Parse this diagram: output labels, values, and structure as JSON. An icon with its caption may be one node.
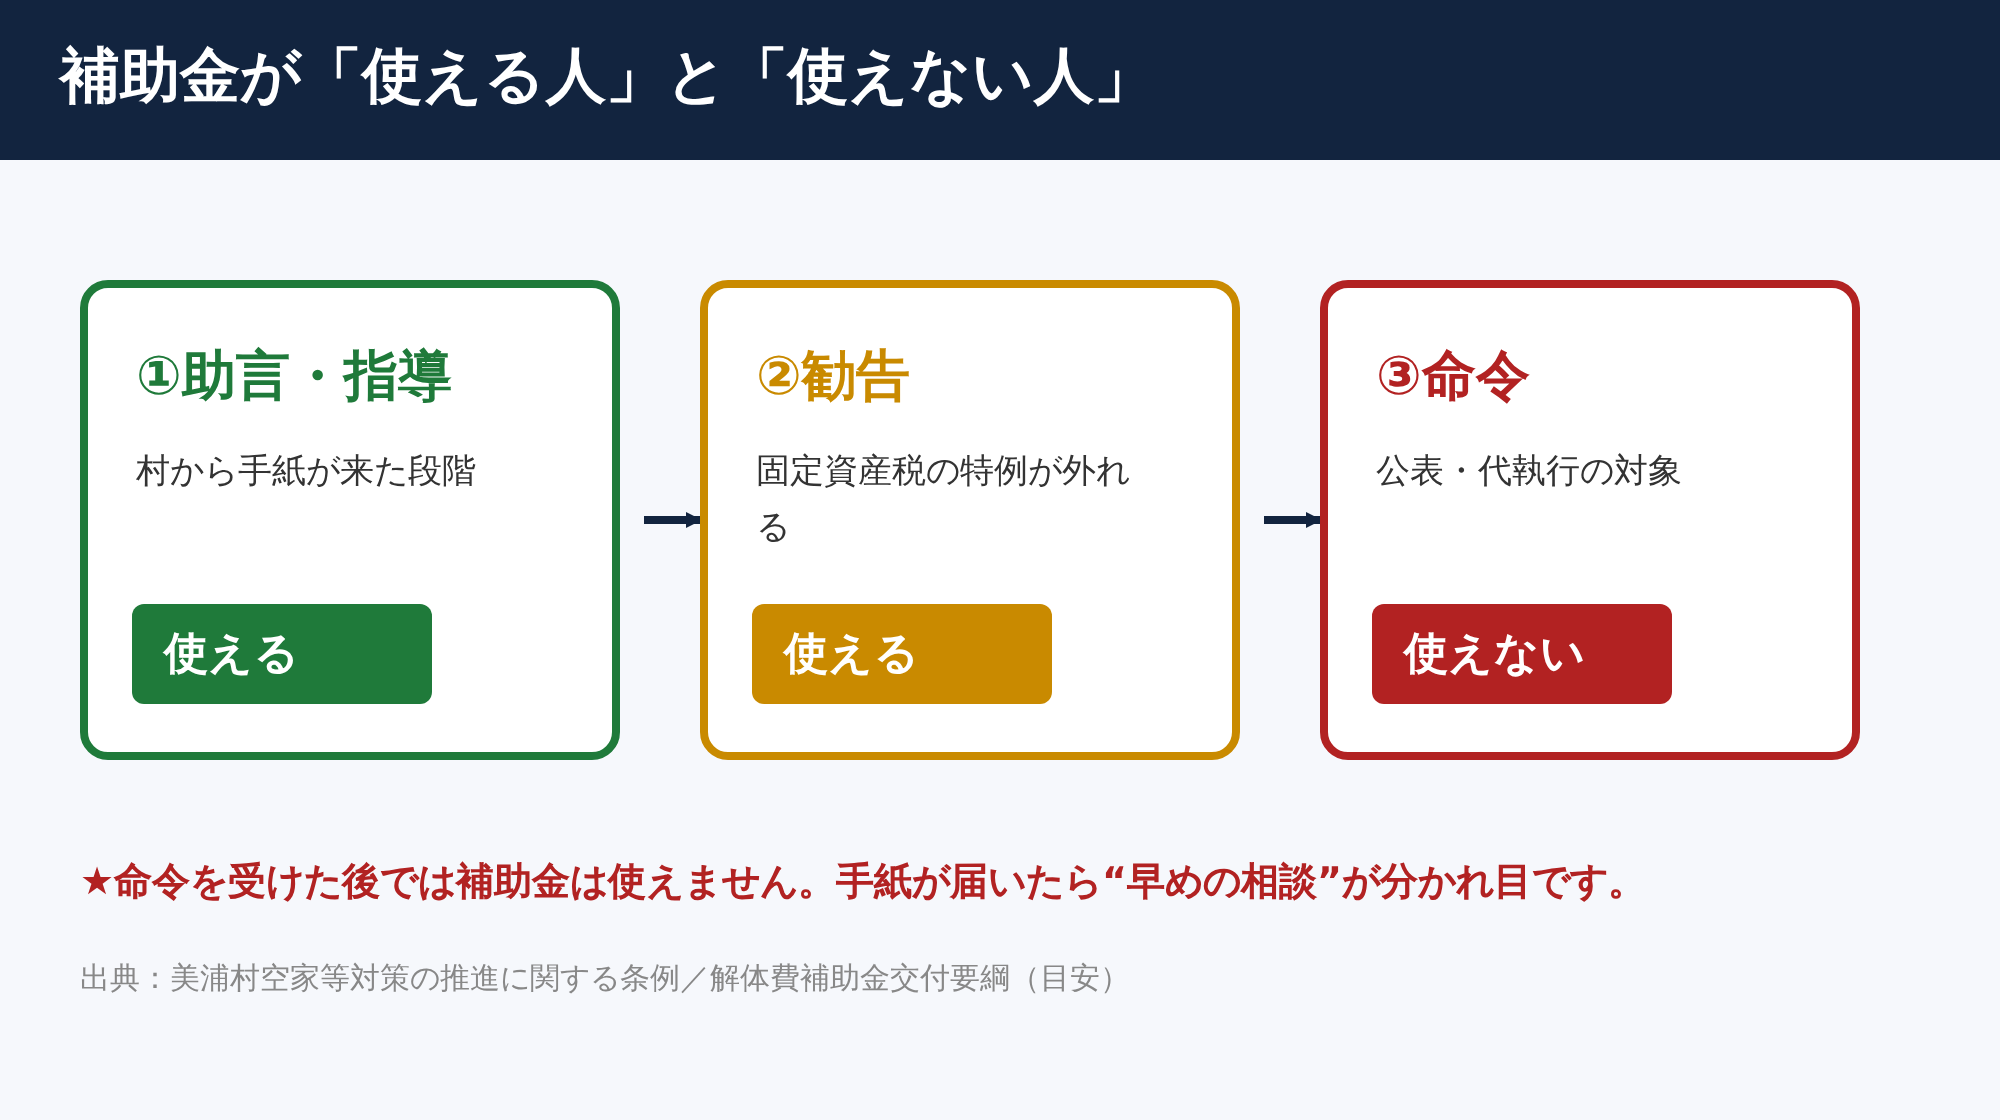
{
  "diagram": {
    "title": "補助金が「使える人」と「使えない人」",
    "nodes": [
      {
        "text": [
          "①助言・指導",
          "村から手紙が来た段階"
        ]
      },
      {
        "text": [
          "使える"
        ],
        "in": 0
      },
      {
        "text": [
          "②勧告",
          "固定資産税の特例が外れる"
        ]
      },
      {
        "text": [
          "使える"
        ],
        "in": 2
      },
      {
        "text": [
          "③命令",
          "公表・代執行の対象"
        ]
      },
      {
        "text": [
          "使えない"
        ],
        "in": 4
      }
    ],
    "edges": [
      {
        "from": 0,
        "to": 2,
        "arrow": "to"
      },
      {
        "from": 2,
        "to": 4,
        "arrow": "to"
      }
    ],
    "labels": [
      "★命令を受けた後では補助金は使えません。手紙が届いたら“早めの相談”が分かれ目です。",
      "出典：美浦村空家等対策の推進に関する条例／解体費補助金交付要綱（目安）"
    ]
  }
}
